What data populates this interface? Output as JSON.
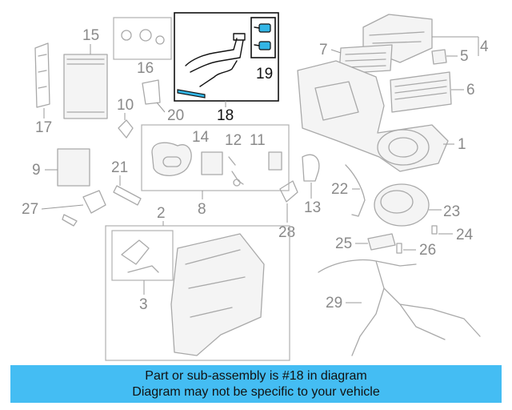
{
  "callouts": {
    "c1": "1",
    "c2": "2",
    "c3": "3",
    "c4": "4",
    "c5": "5",
    "c6": "6",
    "c7": "7",
    "c8": "8",
    "c9": "9",
    "c10": "10",
    "c11": "11",
    "c12": "12",
    "c13": "13",
    "c14": "14",
    "c15": "15",
    "c16": "16",
    "c17": "17",
    "c18": "18",
    "c19": "19",
    "c20": "20",
    "c21": "21",
    "c22": "22",
    "c23": "23",
    "c24": "24",
    "c25": "25",
    "c26": "26",
    "c27": "27",
    "c28": "28",
    "c29": "29"
  },
  "highlight": {
    "part_number": "18",
    "sub_part_number": "19"
  },
  "colors": {
    "banner": "#44bdf3",
    "highlight_part": "#33b5e5",
    "line_art": "#a9a9a9",
    "callout_text": "#8a8a8a"
  },
  "banner": {
    "line1": "Part or sub-assembly is #18 in diagram",
    "line2": "Diagram may not be specific to your vehicle"
  }
}
